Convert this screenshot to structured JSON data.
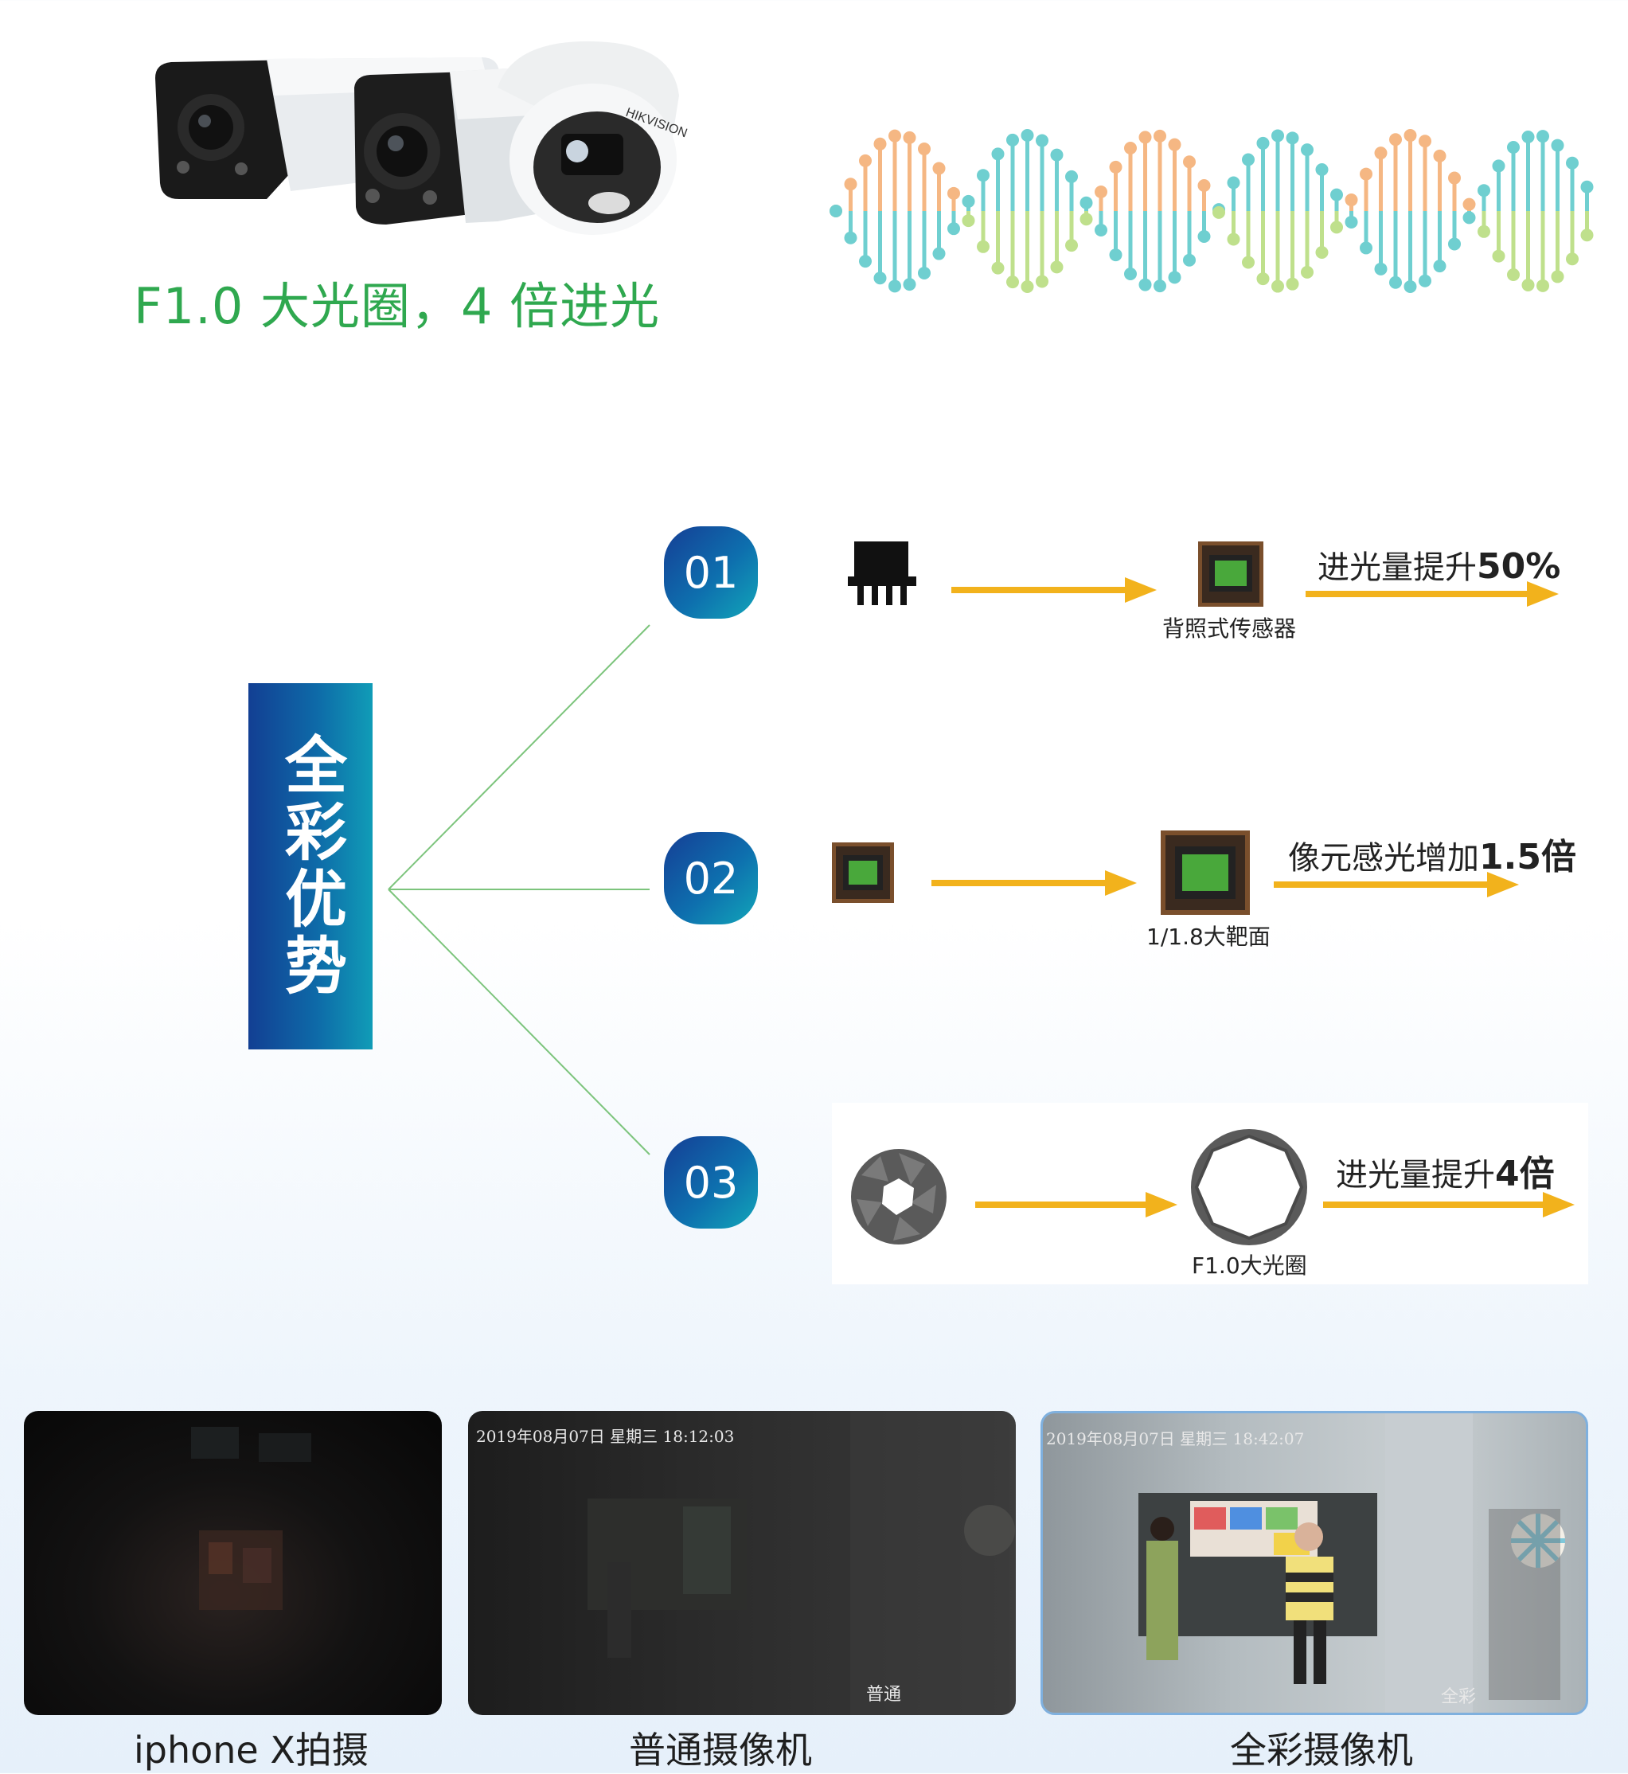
{
  "top": {
    "headline": "F1.0 大光圈，4 倍进光",
    "camera_brand": "HIKVISION"
  },
  "banner": {
    "text": "全彩优势"
  },
  "rows": [
    {
      "num": "01",
      "caption": "背照式传感器",
      "label_prefix": "进光量提升",
      "label_value": "50%"
    },
    {
      "num": "02",
      "caption": "1/1.8大靶面",
      "label_prefix": "像元感光增加",
      "label_value": "1.5倍"
    },
    {
      "num": "03",
      "caption": "F1.0大光圈",
      "label_prefix": "进光量提升",
      "label_value": "4倍"
    }
  ],
  "photos": [
    {
      "caption": "iphone X拍摄"
    },
    {
      "caption": "普通摄像机",
      "osd_time": "2019年08月07日   星期三   18:12:03",
      "corner_tag": "普通"
    },
    {
      "caption": "全彩摄像机",
      "osd_time": "2019年08月07日   星期三   18:42:07",
      "corner_tag": "全彩"
    }
  ],
  "colors": {
    "headline": "#2fa84f",
    "arrow": "#f2b21c",
    "banner_start": "#123f93",
    "banner_end": "#109cb7",
    "connector": "#7cc47c",
    "wave_orange": "#f5b783",
    "wave_teal": "#6fcfd0",
    "wave_lime": "#bfe08c"
  }
}
